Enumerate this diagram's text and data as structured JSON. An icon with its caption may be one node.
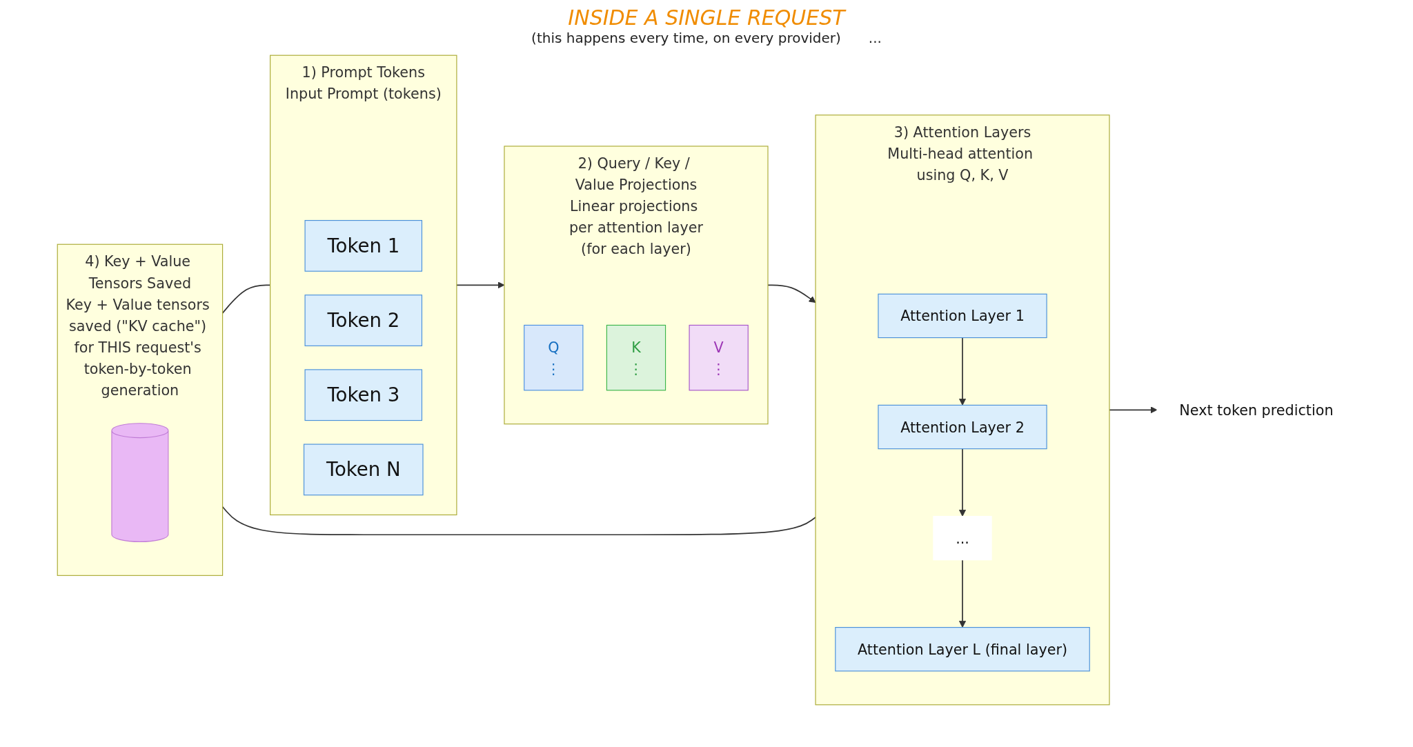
{
  "diagram": {
    "title": "INSIDE A SINGLE REQUEST",
    "nodes": [
      {
        "text": [
          "1) Prompt Tokens",
          "Input Prompt (tokens)"
        ]
      },
      {
        "text": [
          "Token 1"
        ],
        "in": 0
      },
      {
        "text": [
          "Token 2"
        ],
        "in": 0
      },
      {
        "text": [
          "Token 3"
        ],
        "in": 0
      },
      {
        "text": [
          "Token N"
        ],
        "in": 0
      },
      {
        "text": [
          "2) Query / Key / Value Projections",
          "Linear projections per attention layer",
          "(for each layer)"
        ]
      },
      {
        "text": [
          "Q",
          "⋮"
        ],
        "in": 5
      },
      {
        "text": [
          "K",
          "⋮"
        ],
        "in": 5
      },
      {
        "text": [
          "V",
          "⋮"
        ],
        "in": 5
      },
      {
        "text": [
          "3) Attention Layers",
          "Multi-head attention using Q, K, V"
        ]
      },
      {
        "text": [
          "Attention Layer 1"
        ],
        "in": 9
      },
      {
        "text": [
          "Attention Layer 2"
        ],
        "in": 9
      },
      {
        "text": [
          "..."
        ],
        "in": 9
      },
      {
        "text": [
          "Attention Layer L (final layer)"
        ],
        "in": 9
      },
      {
        "text": [
          "Next token prediction"
        ]
      },
      {
        "text": [
          "4) Key + Value Tensors Saved",
          "Key + Value tensors saved (\"KV cache\") for THIS request's token-by-token generation"
        ]
      },
      {
        "text": [],
        "shape": "cylinder",
        "in": 15
      }
    ],
    "edges": [
      {
        "from": 0,
        "to": 5,
        "arrow": "to"
      },
      {
        "from": 5,
        "to": 9,
        "arrow": "to"
      },
      {
        "from": 10,
        "to": 11,
        "arrow": "to"
      },
      {
        "from": 11,
        "to": 12,
        "arrow": "to"
      },
      {
        "from": 12,
        "to": 13,
        "arrow": "to"
      },
      {
        "from": 9,
        "to": 14,
        "arrow": "to"
      },
      {
        "from": 9,
        "to": 15,
        "arrow": "none"
      },
      {
        "from": 15,
        "to": 0,
        "arrow": "none"
      }
    ],
    "labels": [
      "(this happens every time, on every provider)",
      "..."
    ]
  }
}
